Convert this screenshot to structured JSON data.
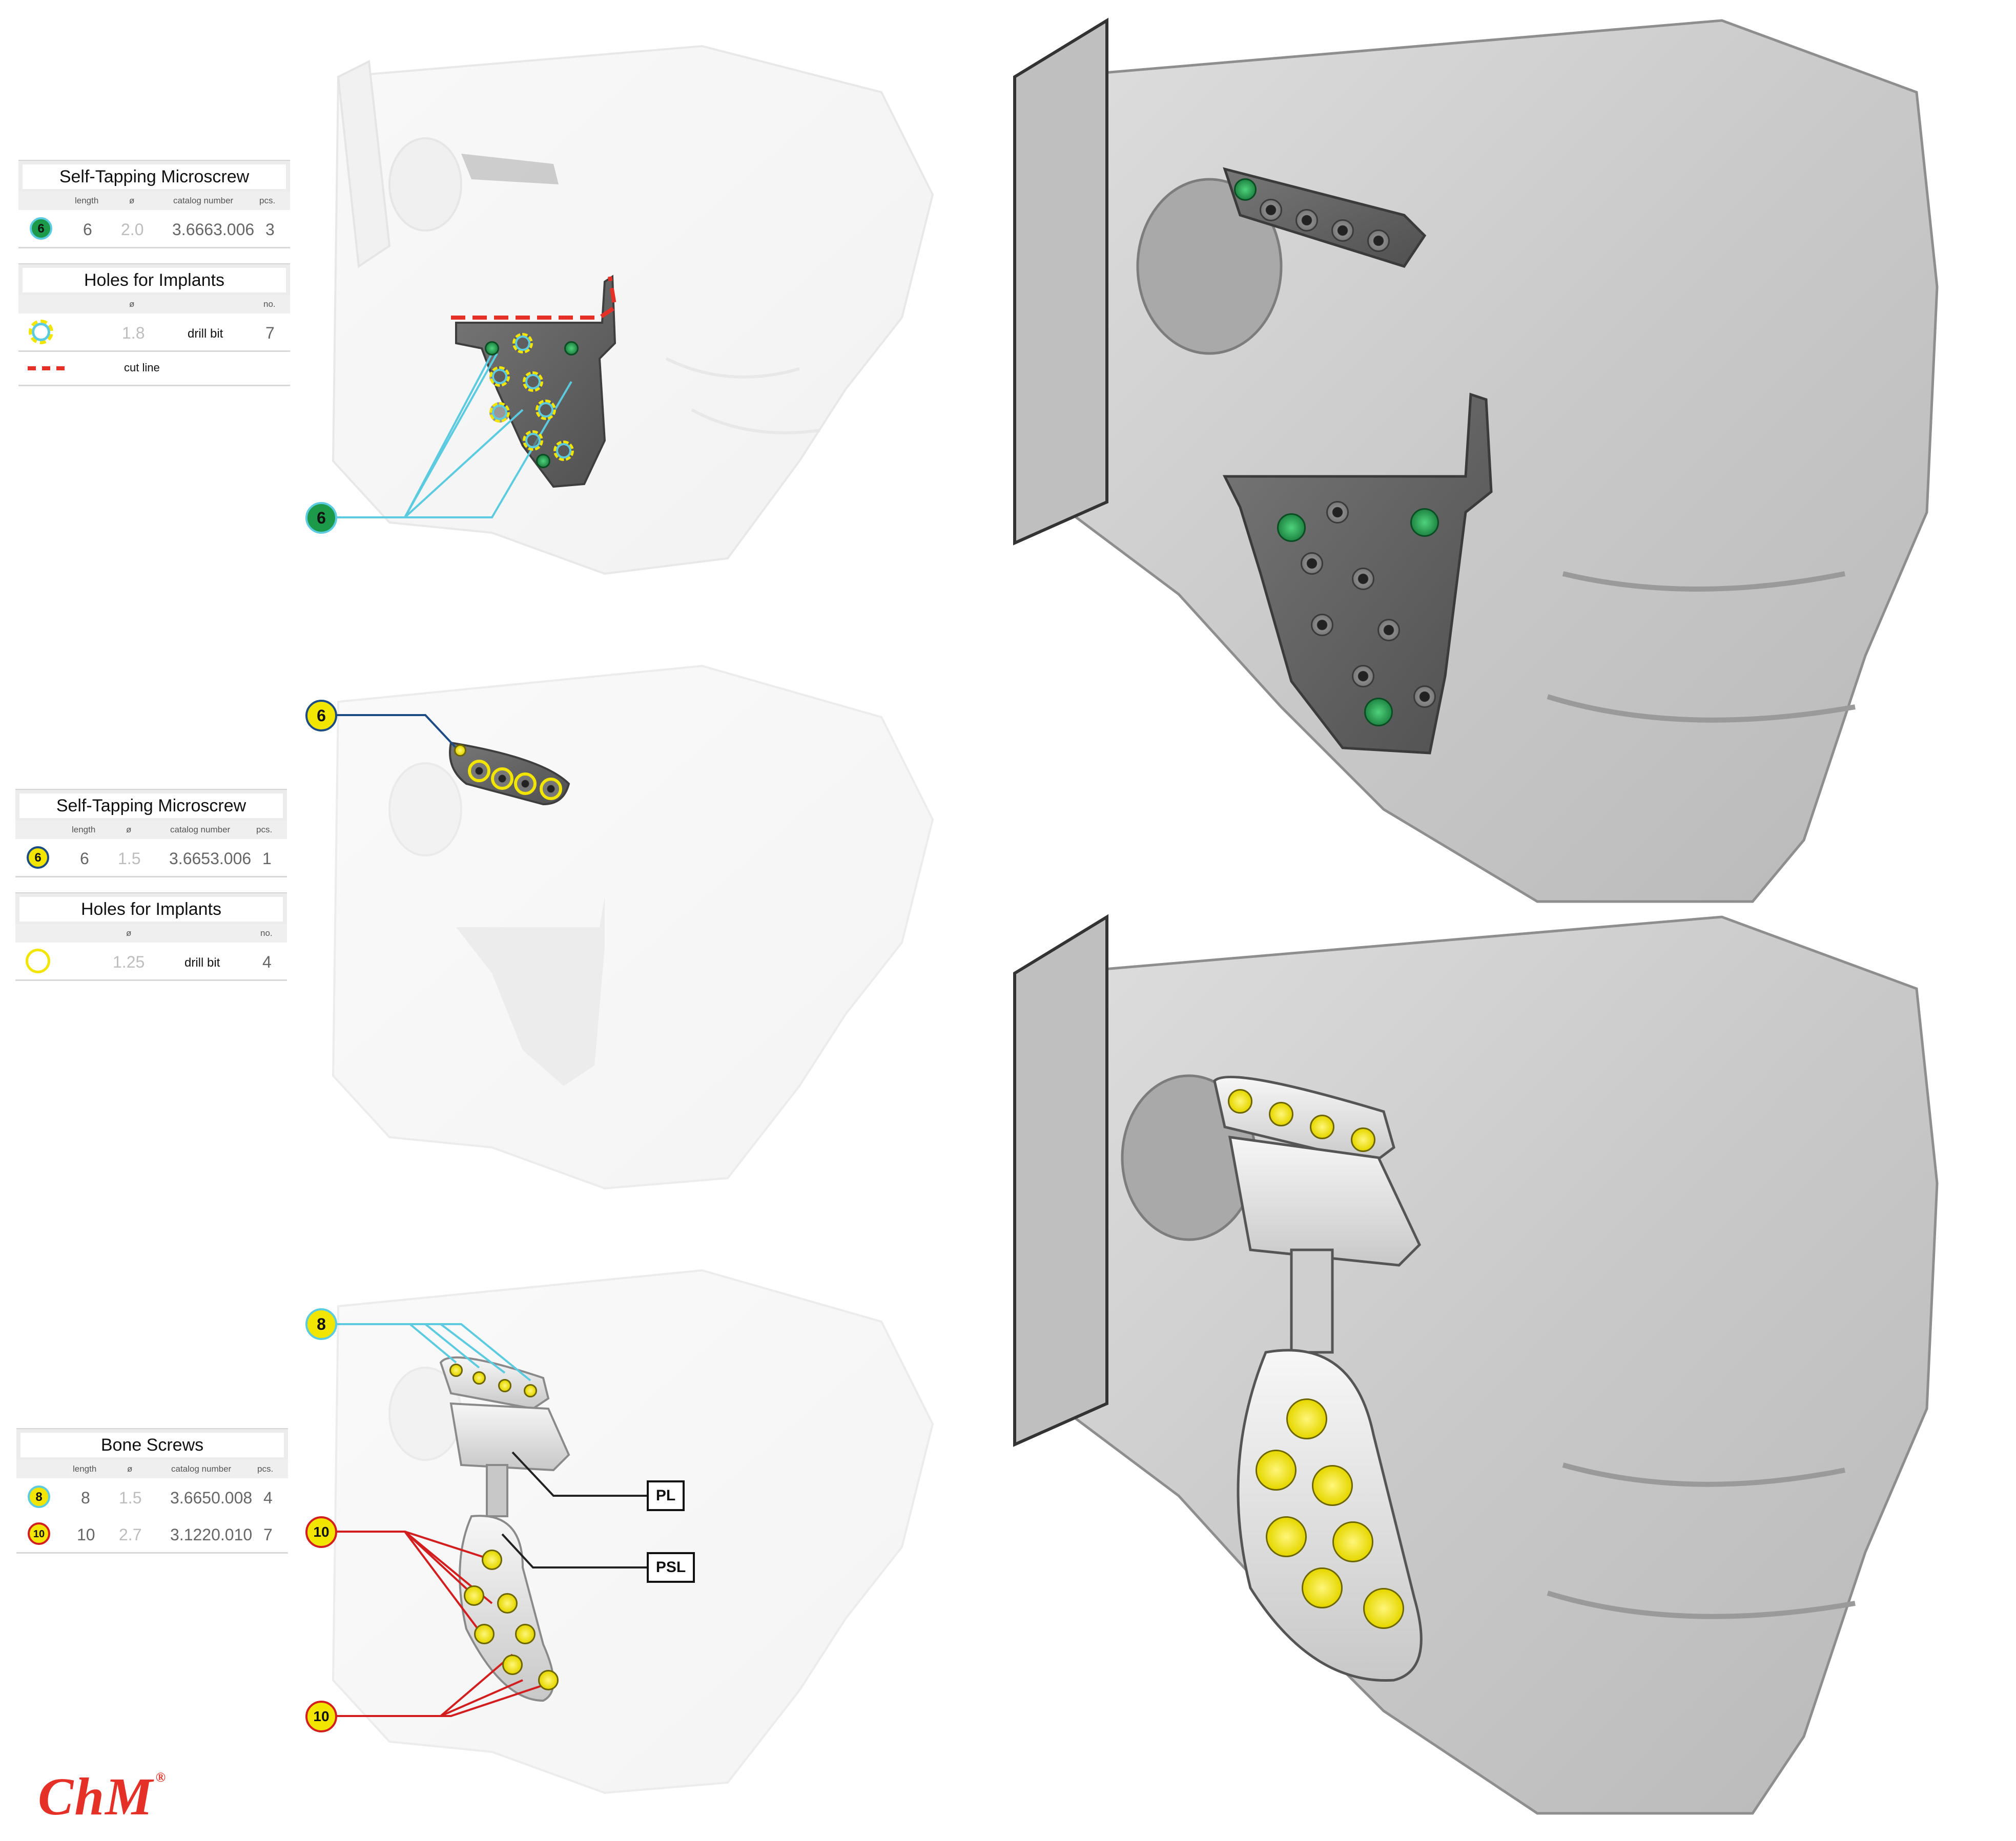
{
  "colors": {
    "green": "#1c9a4a",
    "yellow": "#f2e500",
    "cyan": "#5ccbe0",
    "navy": "#1d4b84",
    "red": "#d21e1e",
    "plate": "#5c5c5c",
    "bone_light": "#f0f0f0",
    "bone_3d": "#cfcfcf",
    "brand_red": "#e53028"
  },
  "panel1": {
    "title": "Self-Tapping Microscrew",
    "cols": {
      "length": "length",
      "dia": "ø",
      "cat": "catalog number",
      "pcs": "pcs."
    },
    "row": {
      "badge": "6",
      "length": "6",
      "dia": "2.0",
      "cat": "3.6663.006",
      "pcs": "3"
    },
    "holes_title": "Holes for Implants",
    "holes_cols": {
      "dia": "ø",
      "no": "no."
    },
    "holes_row": {
      "dia": "1.8",
      "tool": "drill bit",
      "no": "7"
    },
    "cut_label": "cut line",
    "callout": "6"
  },
  "panel2": {
    "title": "Self-Tapping Microscrew",
    "cols": {
      "length": "length",
      "dia": "ø",
      "cat": "catalog number",
      "pcs": "pcs."
    },
    "row": {
      "badge": "6",
      "length": "6",
      "dia": "1.5",
      "cat": "3.6653.006",
      "pcs": "1"
    },
    "holes_title": "Holes for Implants",
    "holes_cols": {
      "dia": "ø",
      "no": "no."
    },
    "holes_row": {
      "dia": "1.25",
      "tool": "drill bit",
      "no": "4"
    },
    "callout": "6"
  },
  "panel3": {
    "title": "Bone Screws",
    "cols": {
      "length": "length",
      "dia": "ø",
      "cat": "catalog number",
      "pcs": "pcs."
    },
    "rows": [
      {
        "badge": "8",
        "length": "8",
        "dia": "1.5",
        "cat": "3.6650.008",
        "pcs": "4"
      },
      {
        "badge": "10",
        "length": "10",
        "dia": "2.7",
        "cat": "3.1220.010",
        "pcs": "7"
      }
    ],
    "callout_top": "8",
    "callout_mid": "10",
    "callout_bot": "10",
    "tag_pl": "PL",
    "tag_psl": "PSL"
  },
  "logo": {
    "text": "ChM",
    "mark": "®"
  }
}
